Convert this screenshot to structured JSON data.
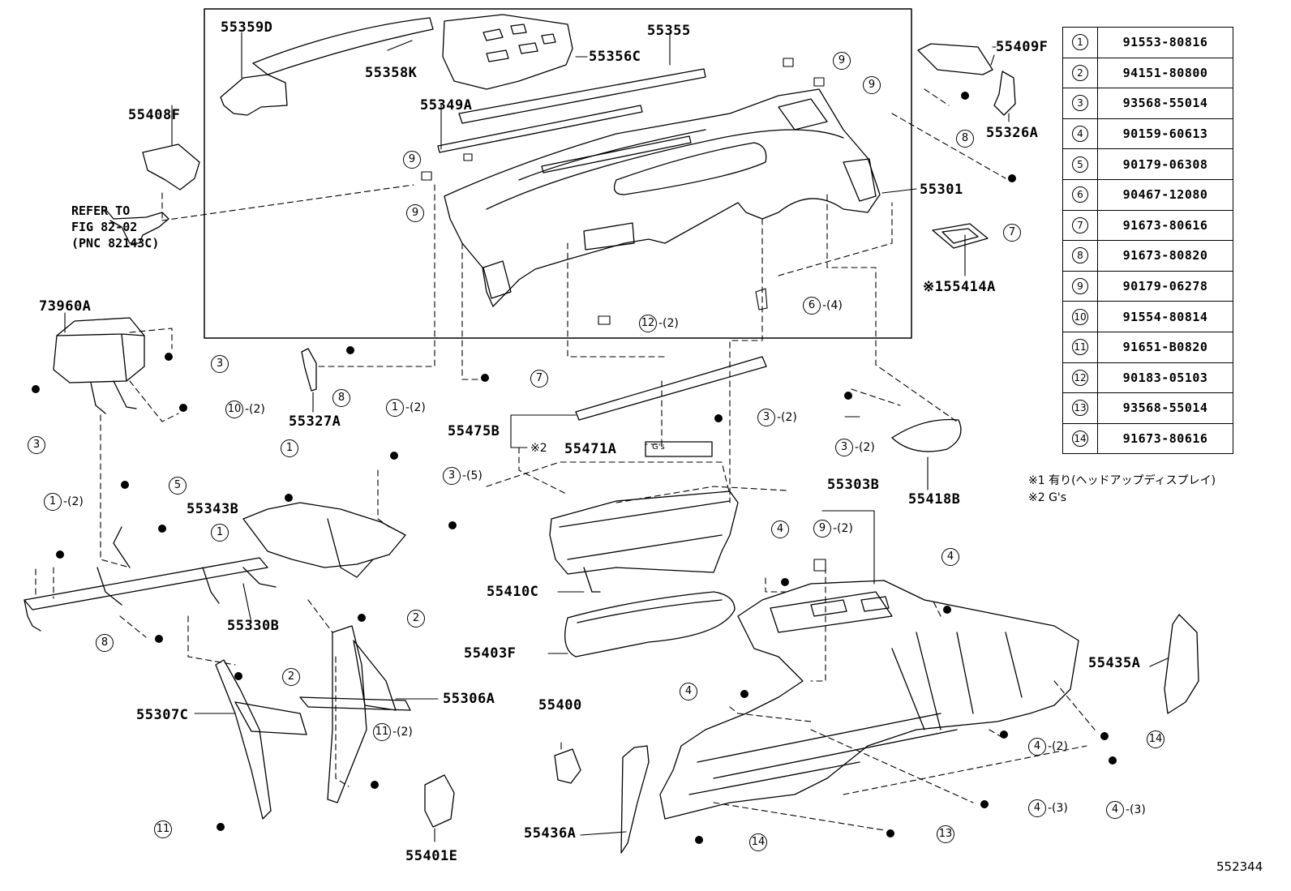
{
  "part_labels": {
    "p55359D": "55359D",
    "p55358K": "55358K",
    "p55356C": "55356C",
    "p55355": "55355",
    "p55349A": "55349A",
    "p55301": "55301",
    "p55409F": "55409F",
    "p55326A": "55326A",
    "p55414A": "※155414A",
    "p55408F": "55408F",
    "p73960A": "73960A",
    "p55327A": "55327A",
    "p55475B": "55475B",
    "p55471A": "55471A",
    "p55343B": "55343B",
    "p55330B": "55330B",
    "p55410C": "55410C",
    "p55403F": "55403F",
    "p55306A": "55306A",
    "p55307C": "55307C",
    "p55400": "55400",
    "p55401E": "55401E",
    "p55436A": "55436A",
    "p55303B": "55303B",
    "p55418B": "55418B",
    "p55435A": "55435A"
  },
  "refer_note": "REFER TO\nFIG 82-02\n(PNC 82143C)",
  "note2_mark": "※2",
  "small_badge": "G's",
  "callouts": [
    {
      "num": "9"
    },
    {
      "num": "9"
    },
    {
      "num": "9"
    },
    {
      "num": "9"
    },
    {
      "num": "8"
    },
    {
      "num": "7"
    },
    {
      "num": "6",
      "qty": "-(4)"
    },
    {
      "num": "12",
      "qty": "-(2)"
    },
    {
      "num": "3"
    },
    {
      "num": "3"
    },
    {
      "num": "10",
      "qty": "-(2)"
    },
    {
      "num": "8"
    },
    {
      "num": "7"
    },
    {
      "num": "3",
      "qty": "-(2)"
    },
    {
      "num": "3",
      "qty": "-(2)"
    },
    {
      "num": "1",
      "qty": "-(2)"
    },
    {
      "num": "1"
    },
    {
      "num": "5"
    },
    {
      "num": "1"
    },
    {
      "num": "1",
      "qty": "-(2)"
    },
    {
      "num": "3",
      "qty": "-(5)"
    },
    {
      "num": "9",
      "qty": "-(2)"
    },
    {
      "num": "4"
    },
    {
      "num": "4"
    },
    {
      "num": "8"
    },
    {
      "num": "2"
    },
    {
      "num": "2"
    },
    {
      "num": "4"
    },
    {
      "num": "11",
      "qty": "-(2)"
    },
    {
      "num": "11"
    },
    {
      "num": "14"
    },
    {
      "num": "4",
      "qty": "-(2)"
    },
    {
      "num": "4",
      "qty": "-(3)"
    },
    {
      "num": "13"
    },
    {
      "num": "14"
    },
    {
      "num": "4",
      "qty": "-(3)"
    }
  ],
  "parts_table": [
    {
      "num": "1",
      "part": "91553-80816"
    },
    {
      "num": "2",
      "part": "94151-80800"
    },
    {
      "num": "3",
      "part": "93568-55014"
    },
    {
      "num": "4",
      "part": "90159-60613"
    },
    {
      "num": "5",
      "part": "90179-06308"
    },
    {
      "num": "6",
      "part": "90467-12080"
    },
    {
      "num": "7",
      "part": "91673-80616"
    },
    {
      "num": "8",
      "part": "91673-80820"
    },
    {
      "num": "9",
      "part": "90179-06278"
    },
    {
      "num": "10",
      "part": "91554-80814"
    },
    {
      "num": "11",
      "part": "91651-B0820"
    },
    {
      "num": "12",
      "part": "90183-05103"
    },
    {
      "num": "13",
      "part": "93568-55014"
    },
    {
      "num": "14",
      "part": "91673-80616"
    }
  ],
  "footnotes": {
    "note1": "※1 有り(ヘッドアップディスプレイ)",
    "note2": "※2 G's"
  },
  "figure_id": "552344"
}
